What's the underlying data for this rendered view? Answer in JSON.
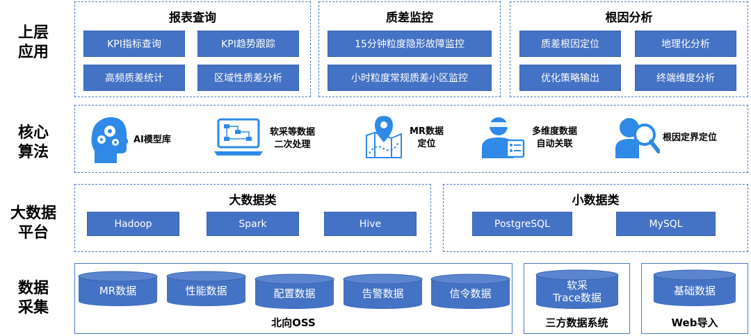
{
  "layers": [
    {
      "label": "上层\n应用"
    },
    {
      "label": "核心\n算法"
    },
    {
      "label": "大数据\n平台"
    },
    {
      "label": "数据\n采集"
    }
  ],
  "apps": {
    "report": {
      "title": "报表查询",
      "items": [
        "KPI指标查询",
        "KPI趋势跟踪",
        "高频质差统计",
        "区域性质差分析"
      ]
    },
    "monitor": {
      "title": "质差监控",
      "items": [
        "15分钟粒度隐形故障监控",
        "小时粒度常规质差小区监控"
      ]
    },
    "root": {
      "title": "根因分析",
      "items": [
        "质差根因定位",
        "地理化分析",
        "优化策略输出",
        "终端维度分析"
      ]
    }
  },
  "algorithms": [
    {
      "text": "AI模型库",
      "icon": "brain-gears-icon"
    },
    {
      "text": "软采等数据\n二次处理",
      "icon": "laptop-flowchart-icon"
    },
    {
      "text": "MR数据\n定位",
      "icon": "map-pin-icon"
    },
    {
      "text": "多维度数据\n自动关联",
      "icon": "user-document-icon"
    },
    {
      "text": "根因定界定位",
      "icon": "person-magnifier-icon"
    }
  ],
  "platform": {
    "big": {
      "title": "大数据类",
      "items": [
        "Hadoop",
        "Spark",
        "Hive"
      ]
    },
    "small": {
      "title": "小数据类",
      "items": [
        "PostgreSQL",
        "MySQL"
      ]
    }
  },
  "collection": {
    "oss": {
      "label": "北向OSS",
      "items": [
        "MR数据",
        "性能数据",
        "配置数据",
        "告警数据",
        "信令数据"
      ]
    },
    "third": {
      "label": "三方数据系统",
      "items": [
        "软采\nTrace数据"
      ]
    },
    "web": {
      "label": "Web导入",
      "items": [
        "基础数据"
      ]
    }
  },
  "colors": {
    "box": "#4472c4",
    "border": "#4a78c2",
    "icon": "#2e8ae6"
  }
}
